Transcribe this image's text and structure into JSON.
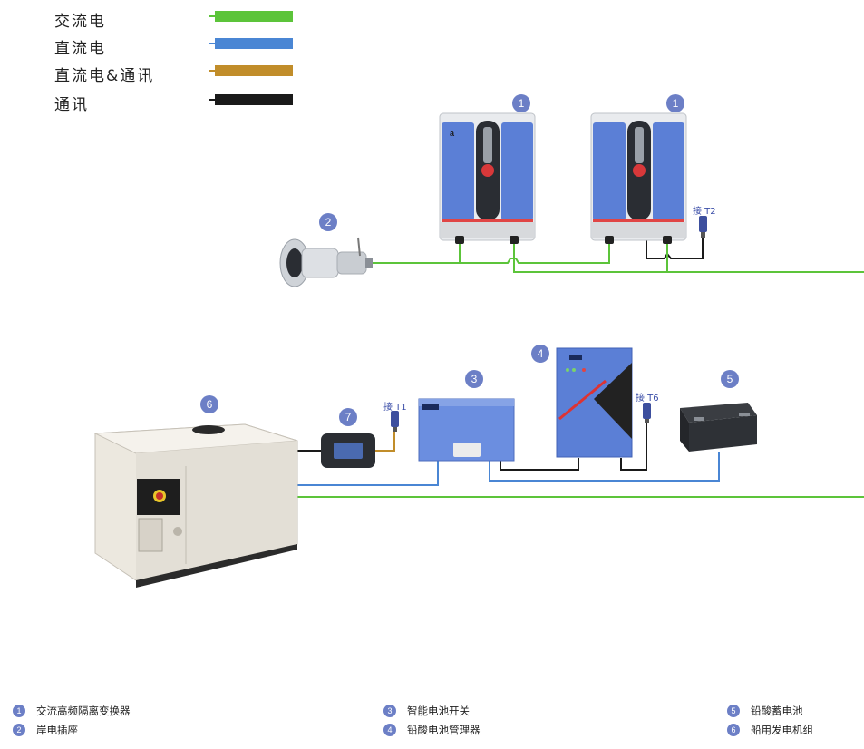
{
  "legend": [
    {
      "label": "交流电",
      "color": "#5cc43a"
    },
    {
      "label": "直流电",
      "color": "#4a86d4"
    },
    {
      "label": "直流电&通讯",
      "color": "#c18d2a"
    },
    {
      "label": "通讯",
      "color": "#1a1a1a"
    }
  ],
  "badges": {
    "b1a": "1",
    "b1b": "1",
    "b2": "2",
    "b3": "3",
    "b4": "4",
    "b5": "5",
    "b6": "6",
    "b7": "7"
  },
  "tags": {
    "t2": "接 T2",
    "t1": "接 T1",
    "t6": "接 T6"
  },
  "footer": [
    {
      "num": "1",
      "label": "交流高频隔离变换器"
    },
    {
      "num": "2",
      "label": "岸电插座"
    },
    {
      "num": "3",
      "label": "智能电池开关"
    },
    {
      "num": "4",
      "label": "铅酸电池管理器"
    },
    {
      "num": "5",
      "label": "铅酸蓄电池"
    },
    {
      "num": "6",
      "label": "船用发电机组"
    }
  ],
  "colors": {
    "ac": "#5cc43a",
    "dc": "#4a86d4",
    "dccomm": "#c18d2a",
    "comm": "#1a1a1a",
    "device_blue": "#5b7fd6",
    "badge": "#6c7fc6"
  }
}
